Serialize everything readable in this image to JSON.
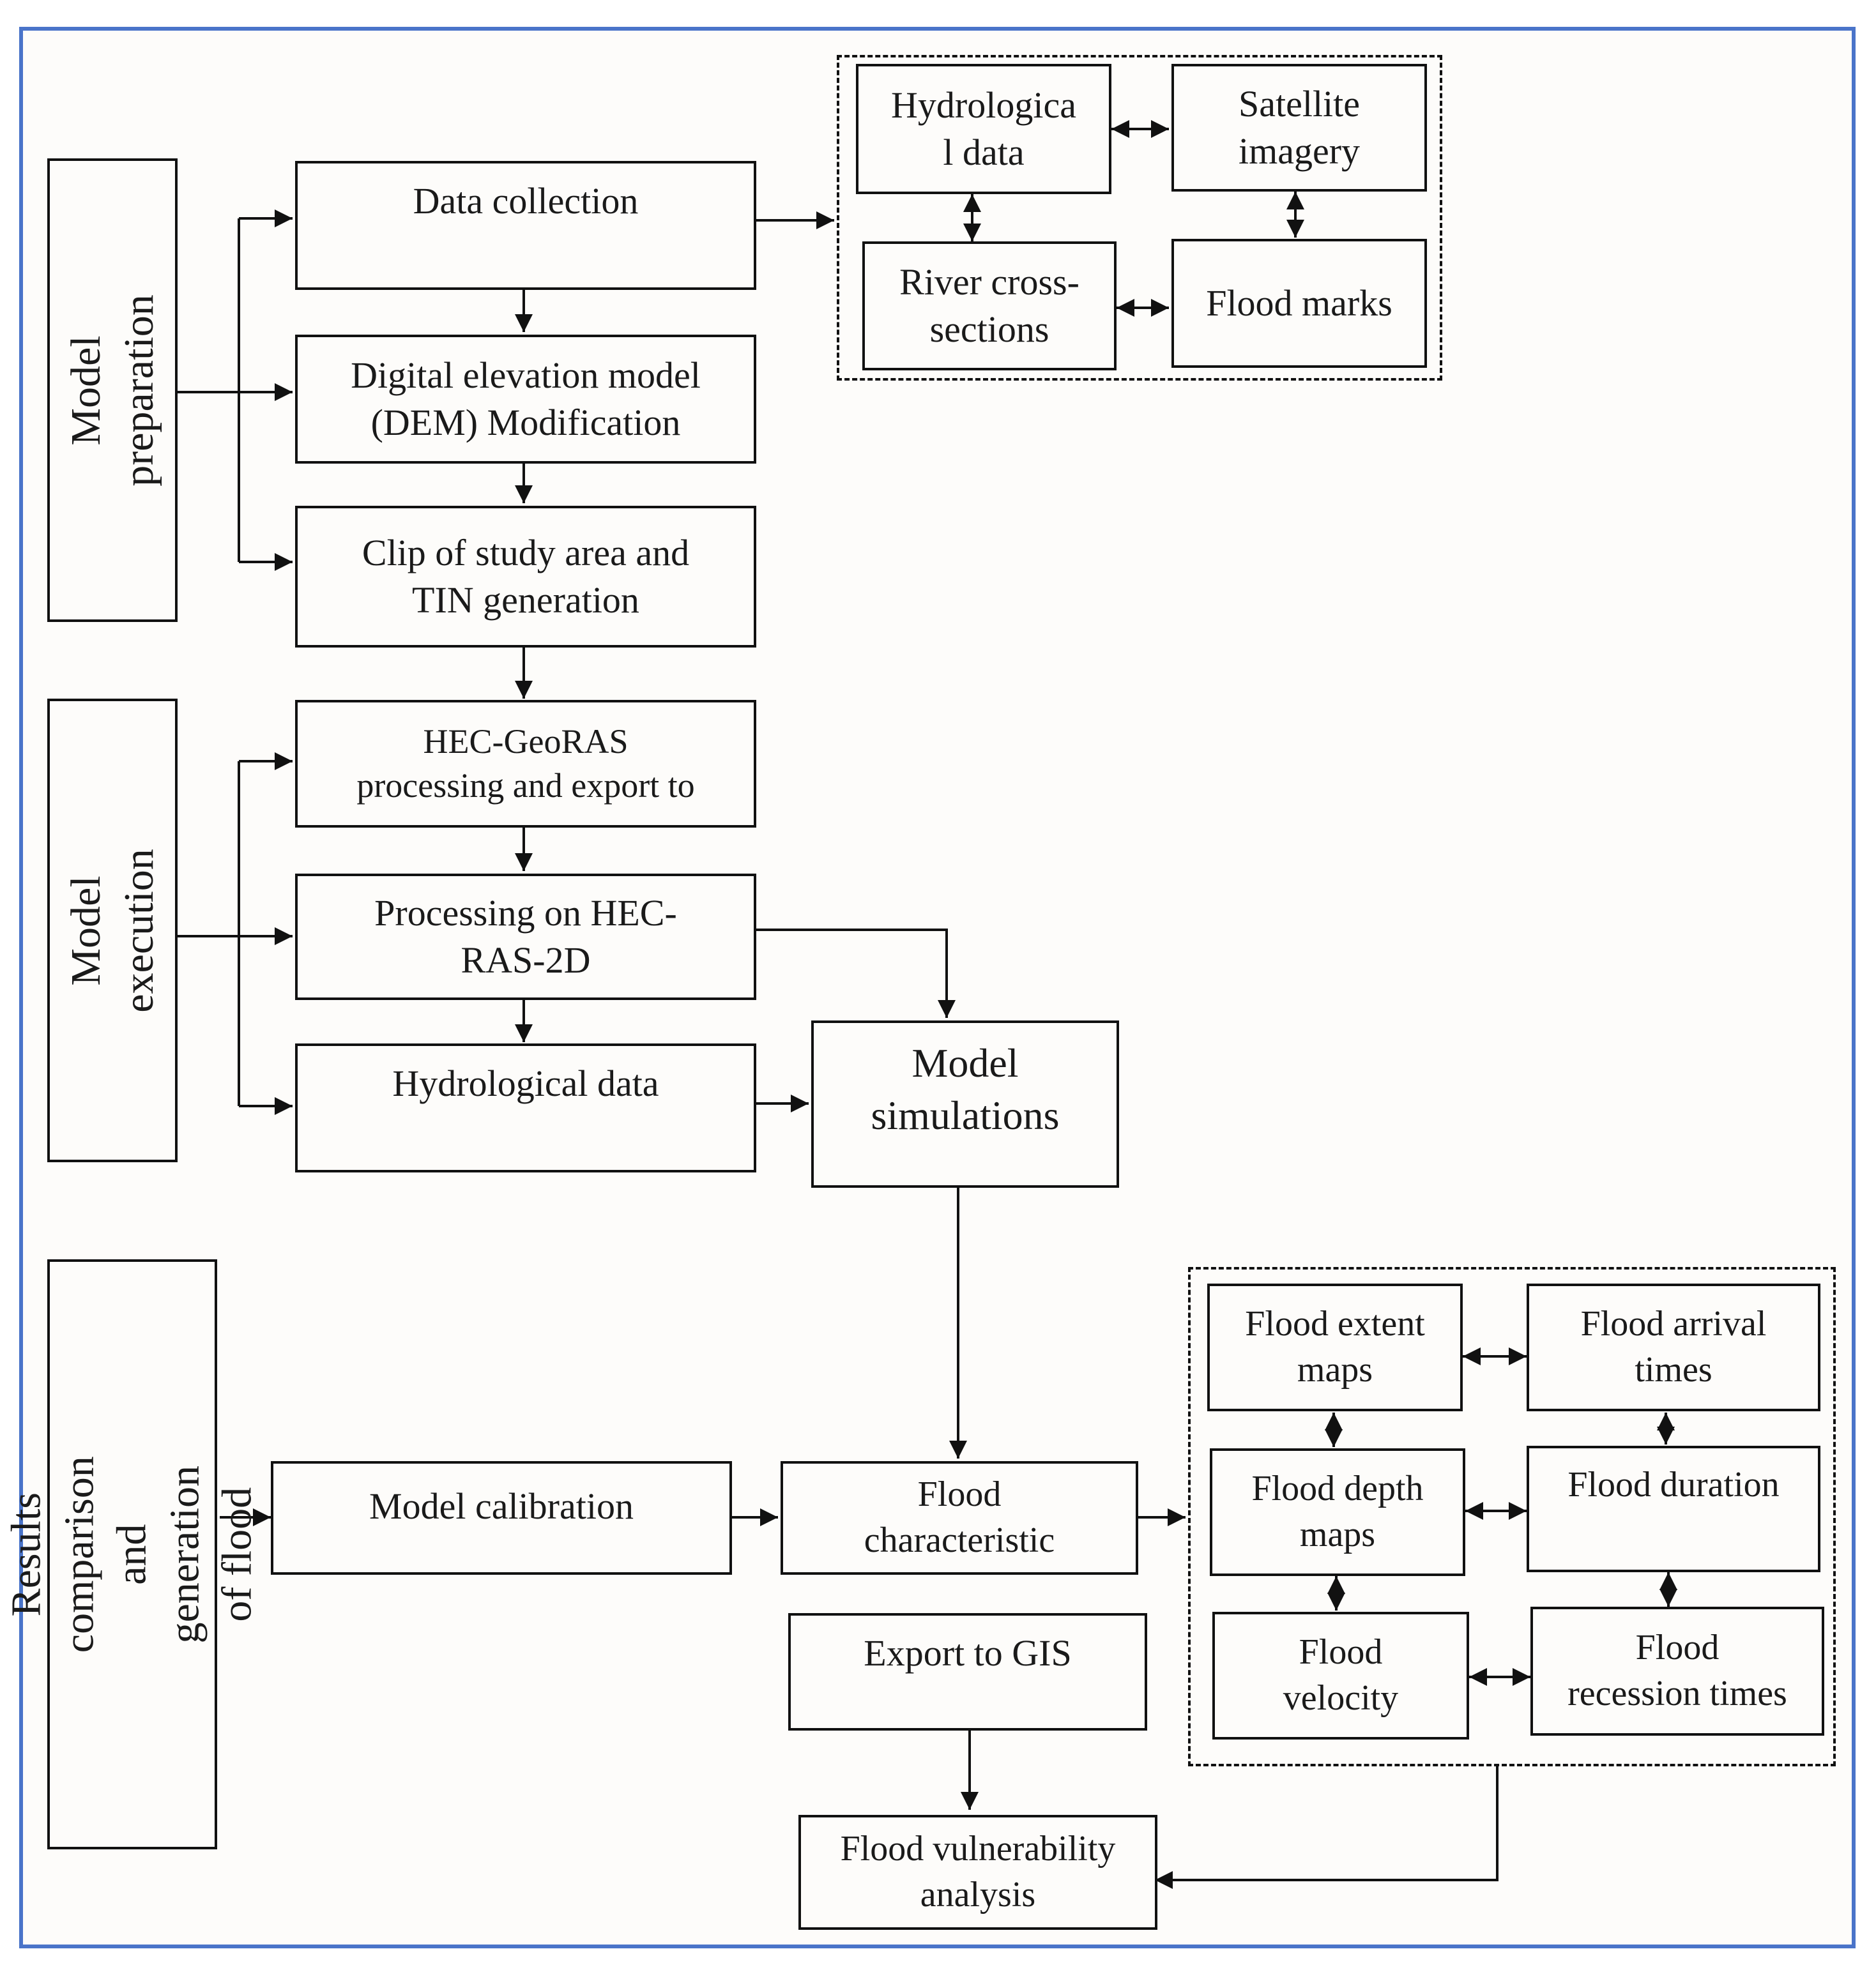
{
  "phases": {
    "preparation": "Model preparation",
    "execution": "Model execution",
    "results": "Results comparison and\ngeneration of flood"
  },
  "steps": {
    "data_collection": "Data collection",
    "dem_modification": "Digital elevation model\n(DEM) Modification",
    "clip_tin": "Clip of study area and\nTIN generation",
    "hec_georas": "HEC-GeoRAS\nprocessing and export to",
    "processing_hecras": "Processing on HEC-\nRAS-2D",
    "hydrological_data": "Hydrological data",
    "model_simulations": "Model\nsimulations",
    "model_calibration": "Model calibration",
    "flood_characteristic": "Flood\ncharacteristic",
    "export_gis": "Export to GIS",
    "flood_vulnerability": "Flood vulnerability\nanalysis"
  },
  "data_sources": {
    "hydrological": "Hydrologica\nl data",
    "satellite": "Satellite\nimagery",
    "river_cross_sections": "River cross-\nsections",
    "flood_marks": "Flood marks"
  },
  "outputs": {
    "extent_maps": "Flood extent\nmaps",
    "arrival_times": "Flood arrival\ntimes",
    "depth_maps": "Flood depth\nmaps",
    "duration": "Flood duration",
    "velocity": "Flood\nvelocity",
    "recession_times": "Flood\nrecession times"
  }
}
